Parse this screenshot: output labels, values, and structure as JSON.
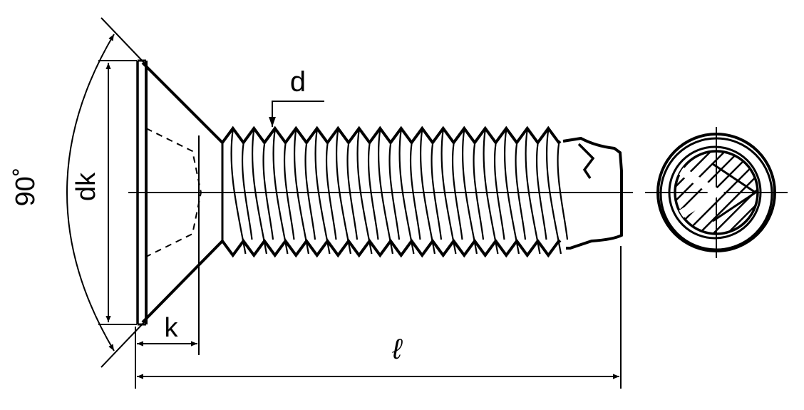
{
  "diagram": {
    "labels": {
      "angle": "90˚",
      "head_diameter": "dk",
      "head_height": "k",
      "thread_diameter": "d",
      "length": "ℓ"
    },
    "thread_crest_count": 16
  },
  "colors": {
    "stroke": "#000000",
    "background": "#ffffff"
  }
}
